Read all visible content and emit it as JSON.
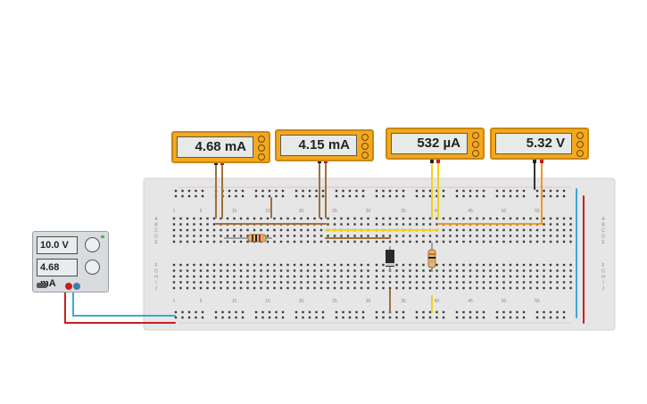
{
  "meters": [
    {
      "reading": "4.68 mA"
    },
    {
      "reading": "4.15 mA"
    },
    {
      "reading": "532 µA"
    },
    {
      "reading": "5.32 V"
    }
  ],
  "power_supply": {
    "voltage": "10.0 V",
    "current": "4.68 mA"
  },
  "breadboard": {
    "column_labels": [
      "1",
      "5",
      "10",
      "15",
      "20",
      "25",
      "30",
      "35",
      "40",
      "45",
      "50",
      "55"
    ],
    "row_labels_top": [
      "A",
      "B",
      "C",
      "D",
      "E"
    ],
    "row_labels_bottom": [
      "F",
      "G",
      "H",
      "I",
      "J"
    ]
  },
  "colors": {
    "breadboard": "#e6e6e6",
    "meter_body": "#f4a81d",
    "wire_brown": "#a0703a",
    "wire_yellow": "#f2d21a",
    "wire_orange": "#f09a1a",
    "wire_red": "#cc1e1e",
    "wire_blue": "#3ea7d6",
    "wire_dark": "#333333"
  }
}
